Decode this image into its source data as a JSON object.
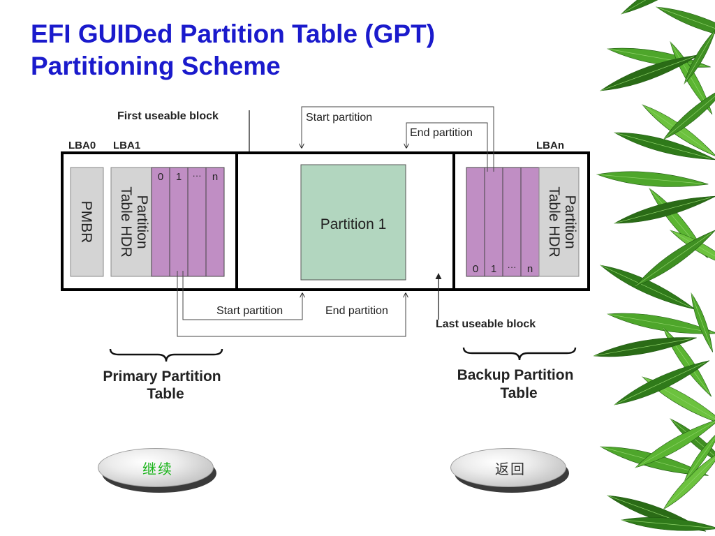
{
  "slide": {
    "title_line1": "EFI GUIDed Partition Table (GPT)",
    "title_line2": "Partitioning Scheme"
  },
  "diagram": {
    "lba0": "LBA0",
    "lba1": "LBA1",
    "lban": "LBAn",
    "first_usable": "First useable block",
    "last_usable": "Last useable block",
    "pmbr": "PMBR",
    "partition_hdr_line1": "Partition",
    "partition_hdr_line2": "Table HDR",
    "entries": [
      "0",
      "1",
      "···",
      "n"
    ],
    "partition1": "Partition 1",
    "start_partition": "Start partition",
    "end_partition": "End partition",
    "primary_line1": "Primary Partition",
    "primary_line2": "Table",
    "backup_line1": "Backup Partition",
    "backup_line2": "Table"
  },
  "nav": {
    "continue_label": "继续",
    "back_label": "返回"
  },
  "colors": {
    "title": "#1a1acc",
    "entries_fill": "#c08ec4",
    "partition1_fill": "#b2d6bf",
    "gray_fill": "#d4d4d4",
    "continue_text": "#17b317",
    "back_text": "#333333",
    "leaf_green": "#3f8f22"
  }
}
